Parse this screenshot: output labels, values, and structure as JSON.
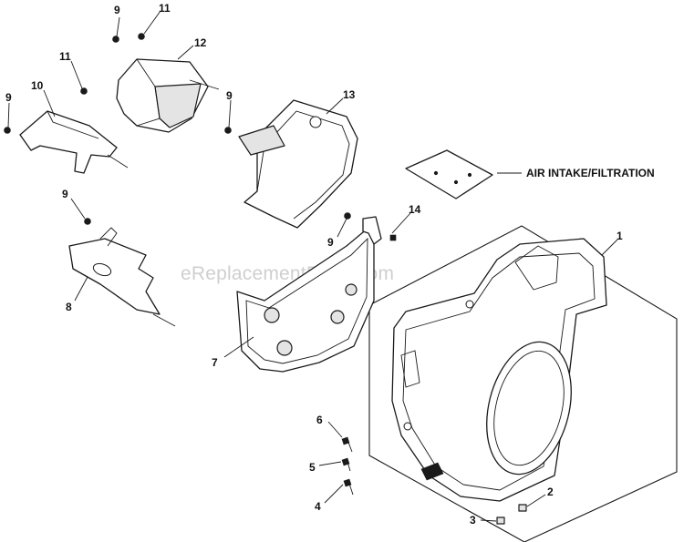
{
  "watermark": "eReplacementParts.com",
  "callouts": {
    "part_1": "1",
    "part_2": "2",
    "part_3": "3",
    "part_4": "4",
    "part_5": "5",
    "part_6": "6",
    "part_7": "7",
    "part_8": "8",
    "part_9": "9",
    "part_10": "10",
    "part_11": "11",
    "part_12": "12",
    "part_13": "13",
    "part_14": "14",
    "air_intake": "AIR INTAKE/FILTRATION"
  }
}
